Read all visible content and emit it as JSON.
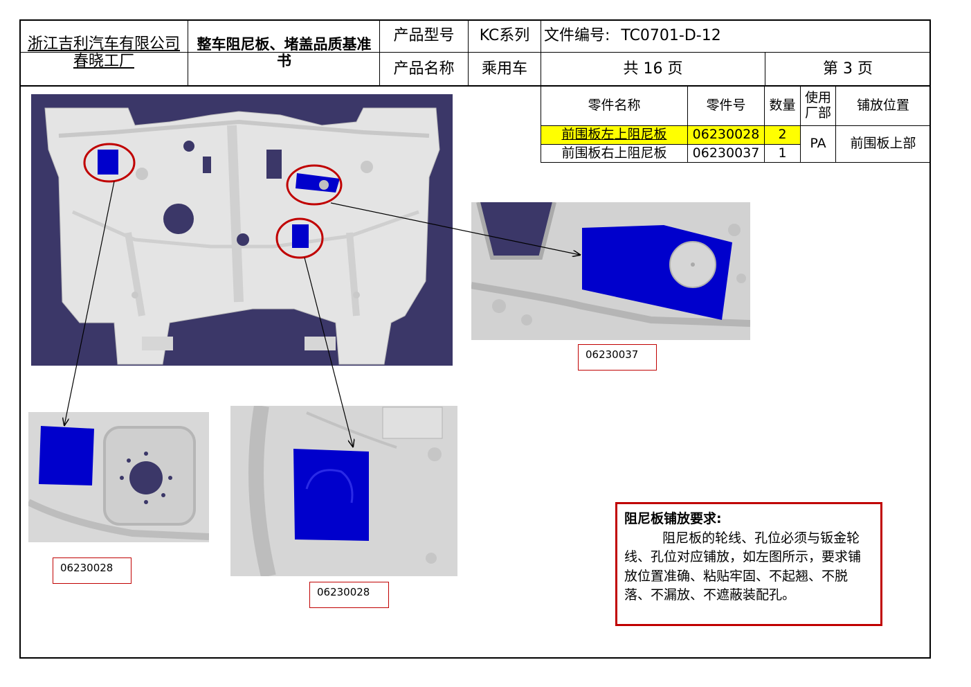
{
  "header": {
    "company_line1": "浙江吉利汽车有限公司",
    "company_line2": "春晓工厂",
    "document_title": "整车阻尼板、堵盖品质基准书",
    "product_model_label": "产品型号",
    "product_model_value": "KC系列",
    "file_number_label": "文件编号:",
    "file_number_value": "TC0701-D-12",
    "product_name_label": "产品名称",
    "product_name_value": "乘用车",
    "total_pages": "共 16 页",
    "current_page": "第 3 页"
  },
  "parts_table": {
    "columns": [
      "零件名称",
      "零件号",
      "数量",
      "使用厂部",
      "铺放位置"
    ],
    "rows": [
      {
        "name": "前围板左上阻尼板",
        "number": "06230028",
        "qty": "2",
        "highlight": true
      },
      {
        "name": "前围板右上阻尼板",
        "number": "06230037",
        "qty": "1",
        "highlight": false
      }
    ],
    "plant": "PA",
    "position": "前围板上部"
  },
  "callouts": {
    "right_detail_id": "06230037",
    "left_detail_id": "06230028",
    "center_detail_id": "06230028"
  },
  "requirements": {
    "title": "阻尼板铺放要求:",
    "body": "阻尼板的轮线、孔位必须与钣金轮线、孔位对应铺放，如左图所示，要求铺放位置准确、粘贴牢固、不起翘、不脱落、不漏放、不遮蔽装配孔。"
  },
  "colors": {
    "highlight": "#ffff00",
    "pad_blue": "#0000cc",
    "marker_red": "#c00000",
    "cad_background": "#3b3768"
  }
}
